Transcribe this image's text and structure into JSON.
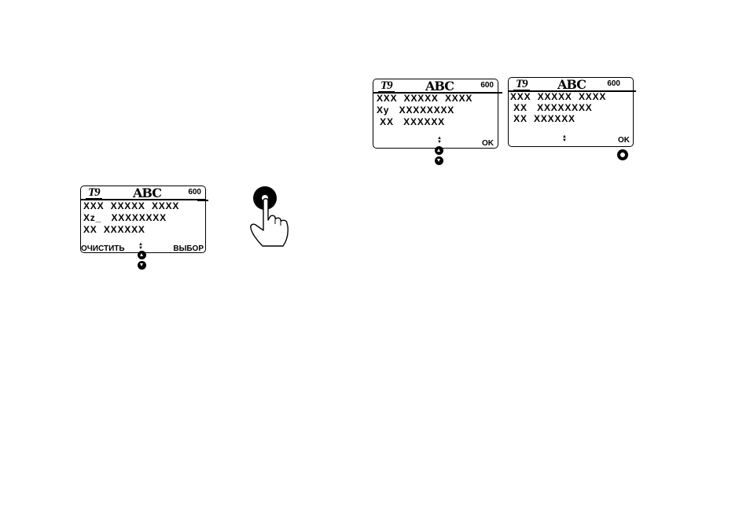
{
  "screen_main": {
    "status_t9": "T9",
    "status_mode": "ABC",
    "status_count": "600",
    "lines": [
      "XXX  XXXXX  XXXX",
      "Xz_   XXXXXXXX",
      "XX  XXXXXX"
    ],
    "softkey_left": "ОЧИСТИТЬ",
    "softkey_right": "ВЫБОР",
    "updown": "▲▼"
  },
  "screen_nav": {
    "status_t9": "T9",
    "status_mode": "ABC",
    "status_count": "600",
    "lines": [
      "XXX  XXXXX  XXXX",
      "Xy   XXXXXXXX",
      " XX   XXXXXX"
    ],
    "softkey_right": "OK",
    "updown": "▲▼"
  },
  "screen_ok": {
    "status_t9": "T9",
    "status_mode": "ABC",
    "status_count": "600",
    "lines": [
      "XXX  XXXXX  XXXX",
      " XX   XXXXXXXX",
      " XX  XXXXXX"
    ],
    "softkey_right": "OK",
    "updown": "▲▼"
  },
  "icons": {
    "main_nav": "nav-key-icon",
    "hand": "hand-pressing-button-icon",
    "nav2": "nav-key-icon",
    "ok": "ok-key-icon"
  }
}
